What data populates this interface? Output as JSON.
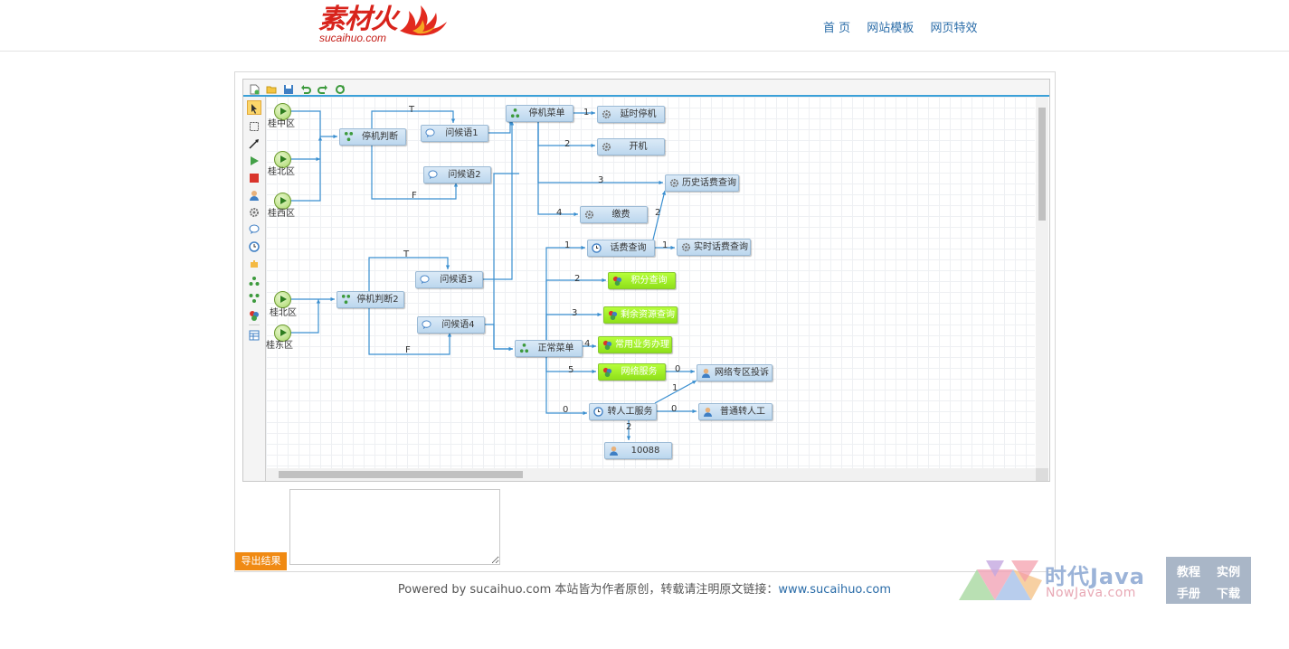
{
  "header": {
    "logo_text": "素材火",
    "logo_sub": "sucaihuo.com",
    "nav": [
      "首 页",
      "网站模板",
      "网页特效"
    ]
  },
  "flow": {
    "toolbar_icons": [
      "new-icon",
      "open-icon",
      "save-icon",
      "undo-icon",
      "redo-icon",
      "refresh-icon"
    ],
    "tool_icons": [
      "cursor-icon",
      "select-box-icon",
      "line-icon",
      "start-icon",
      "end-icon",
      "user-icon",
      "gear-icon",
      "chat-icon",
      "clock-icon",
      "plugin-icon",
      "fork-icon",
      "join-icon",
      "cluster-icon",
      "table-icon"
    ],
    "starts": [
      {
        "id": "s1",
        "label": "桂中区"
      },
      {
        "id": "s2",
        "label": "桂北区"
      },
      {
        "id": "s3",
        "label": "桂西区"
      },
      {
        "id": "s4",
        "label": "桂北区"
      },
      {
        "id": "s5",
        "label": "桂东区"
      }
    ],
    "nodes": [
      {
        "id": "n_stop1",
        "label": "停机判断",
        "icon": "join"
      },
      {
        "id": "n_q1",
        "label": "问候语1",
        "icon": "chat"
      },
      {
        "id": "n_q2",
        "label": "问候语2",
        "icon": "chat"
      },
      {
        "id": "n_stopmenu",
        "label": "停机菜单",
        "icon": "fork"
      },
      {
        "id": "n_delay",
        "label": "延时停机",
        "icon": "gear"
      },
      {
        "id": "n_open",
        "label": "开机",
        "icon": "gear"
      },
      {
        "id": "n_hist",
        "label": "历史话费查询",
        "icon": "gear"
      },
      {
        "id": "n_pay",
        "label": "缴费",
        "icon": "gear"
      },
      {
        "id": "n_fee",
        "label": "话费查询",
        "icon": "clock"
      },
      {
        "id": "n_rtfee",
        "label": "实时话费查询",
        "icon": "gear"
      },
      {
        "id": "n_points",
        "label": "积分查询",
        "icon": "cluster",
        "green": true
      },
      {
        "id": "n_remain",
        "label": "剩余资源查询",
        "icon": "cluster",
        "green": true
      },
      {
        "id": "n_common",
        "label": "常用业务办理",
        "icon": "cluster",
        "green": true
      },
      {
        "id": "n_net",
        "label": "网络服务",
        "icon": "cluster",
        "green": true
      },
      {
        "id": "n_netcomp",
        "label": "网络专区投诉",
        "icon": "user"
      },
      {
        "id": "n_stop2",
        "label": "停机判断2",
        "icon": "join"
      },
      {
        "id": "n_q3",
        "label": "问候语3",
        "icon": "chat"
      },
      {
        "id": "n_q4",
        "label": "问候语4",
        "icon": "chat"
      },
      {
        "id": "n_normal",
        "label": "正常菜单",
        "icon": "fork"
      },
      {
        "id": "n_transfer",
        "label": "转人工服务",
        "icon": "clock"
      },
      {
        "id": "n_human",
        "label": "普通转人工",
        "icon": "user"
      },
      {
        "id": "n_10088",
        "label": "10088",
        "icon": "user"
      }
    ],
    "edge_labels": [
      "T",
      "F",
      "1",
      "2",
      "3",
      "4",
      "2",
      "1",
      "1",
      "2",
      "3",
      "4",
      "5",
      "0",
      "0",
      "1",
      "0",
      "2",
      "T",
      "F"
    ]
  },
  "export_label": "导出结果",
  "result_text": "",
  "footer": {
    "text": "Powered by sucaihuo.com 本站皆为作者原创，转载请注明原文链接：",
    "link": "www.sucaihuo.com"
  },
  "watermark": {
    "brand": "时代Java",
    "domain": "NowJava.com",
    "tags": [
      "教程",
      "实例",
      "手册",
      "下载"
    ]
  }
}
